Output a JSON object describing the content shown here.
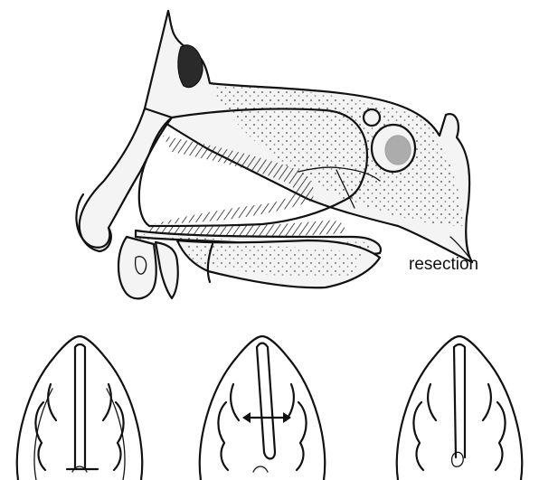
{
  "labels": {
    "resection": "resection"
  },
  "colors": {
    "ink": "#111111",
    "background": "#ffffff"
  },
  "panels": {
    "top": "sagittal-section-illustration",
    "bottom": [
      "coronal-view-1",
      "coronal-view-2-with-arrow",
      "coronal-view-3"
    ]
  }
}
